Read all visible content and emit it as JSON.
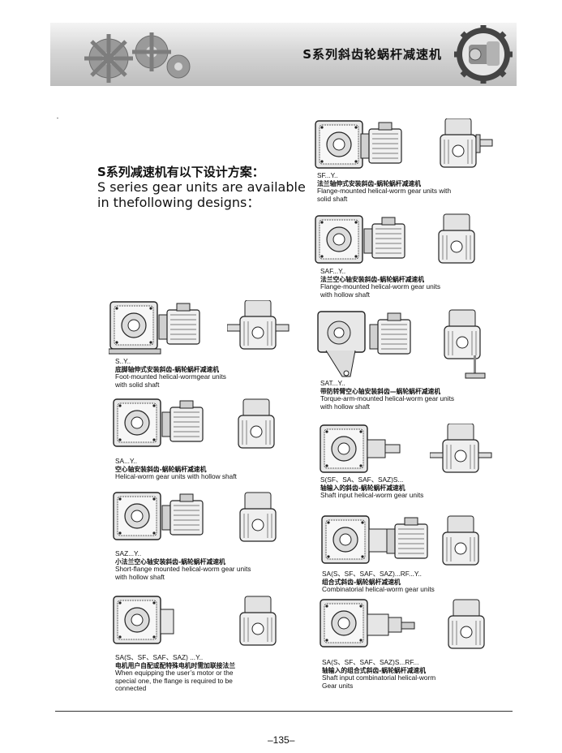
{
  "header": {
    "title": "S系列斜齿轮蜗杆减速机",
    "icons": [
      "gears-icon",
      "gear-motor-icon"
    ]
  },
  "intro": {
    "cn": "S系列减速机有以下设计方案：",
    "en_line1": "S series gear units are available",
    "en_line2": "in thefollowing designs："
  },
  "designs": {
    "sf": {
      "code": "SF...Y..",
      "cn": "法兰轴伸式安装斜齿-蜗轮蜗杆减速机",
      "en1": "Flange-mounted helical-worm gear units with",
      "en2": "solid shaft"
    },
    "saf": {
      "code": "SAF...Y..",
      "cn": "法兰空心轴安装斜齿-蜗轮蜗杆减速机",
      "en1": "Flange-mounted helical-worm gear units",
      "en2": "with hollow shaft"
    },
    "s": {
      "code": "S..Y..",
      "cn": "底脚轴伸式安装斜齿-蜗轮蜗杆减速机",
      "en1": "Foot-mounted helical-wormgear units",
      "en2": "with solid shaft"
    },
    "sat": {
      "code": "SAT...Y..",
      "cn": "带防转臂空心轴安装斜齿—蜗轮蜗杆减速机",
      "en1": "Torque-arm-mounted helical-worm gear units",
      "en2": "with hollow shaft"
    },
    "sa": {
      "code": "SA...Y..",
      "cn": "空心轴安装斜齿-蜗轮蜗杆减速机",
      "en1": "Helical-worm gear units with hollow shaft"
    },
    "s_shaft": {
      "code": "S(SF、SA、SAF、SAZ)S...",
      "cn": "轴输入的斜齿-蜗轮蜗杆减速机",
      "en1": "Shaft input helical-worm gear units"
    },
    "saz": {
      "code": "SAZ...Y..",
      "cn": "小法兰空心轴安装斜齿-蜗轮蜗杆减速机",
      "en1": "Short-flange mounted helical-worm gear units",
      "en2": "with hollow shaft"
    },
    "sa_rf_y": {
      "code": "SA(S、SF、SAF、SAZ)...RF...Y..",
      "cn": "组合式斜齿-蜗轮蜗杆减速机",
      "en1": "Combinatorial helical-worm gear units"
    },
    "sa_y": {
      "code": "SA(S、SF、SAF、SAZ) ...Y..",
      "cn": "电机用户自配或配特殊电机时需加联接法兰",
      "en1": "When equipping the user’s motor or the",
      "en2": "special one, the flange is required to be",
      "en3": "connected"
    },
    "sa_rf_s": {
      "code": "SA(S、SF、SAF、SAZ)S...RF...",
      "cn": "轴输入的组合式斜齿-蜗轮蜗杆减速机",
      "en1": "Shaft input combinatorial helical-worm",
      "en2": "Gear units"
    }
  },
  "footer": {
    "page_number": "–135–"
  }
}
